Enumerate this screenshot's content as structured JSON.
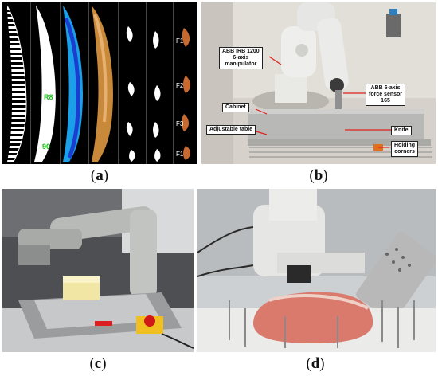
{
  "captions": {
    "a": "a",
    "b": "b",
    "c": "c",
    "d": "d"
  },
  "panel_a": {
    "labels": {
      "g1": "R8",
      "g2": "90",
      "f1": "F1",
      "f2": "F2",
      "f3": "F3",
      "f4": "F1"
    }
  },
  "panel_b": {
    "labels": {
      "manipulator": [
        "ABB IRB 1200",
        "6-axis",
        "manipulator"
      ],
      "force_sensor": [
        "ABB 6-axis",
        "force sensor",
        "165"
      ],
      "cabinet": "Cabinet",
      "table": "Adjustable table",
      "knife": "Knife",
      "corners": [
        "Holding",
        "corners"
      ]
    }
  },
  "colors": {
    "red_line": "#e0201c",
    "meat": "#d97a6c",
    "robot_white": "#e8e8e4"
  }
}
